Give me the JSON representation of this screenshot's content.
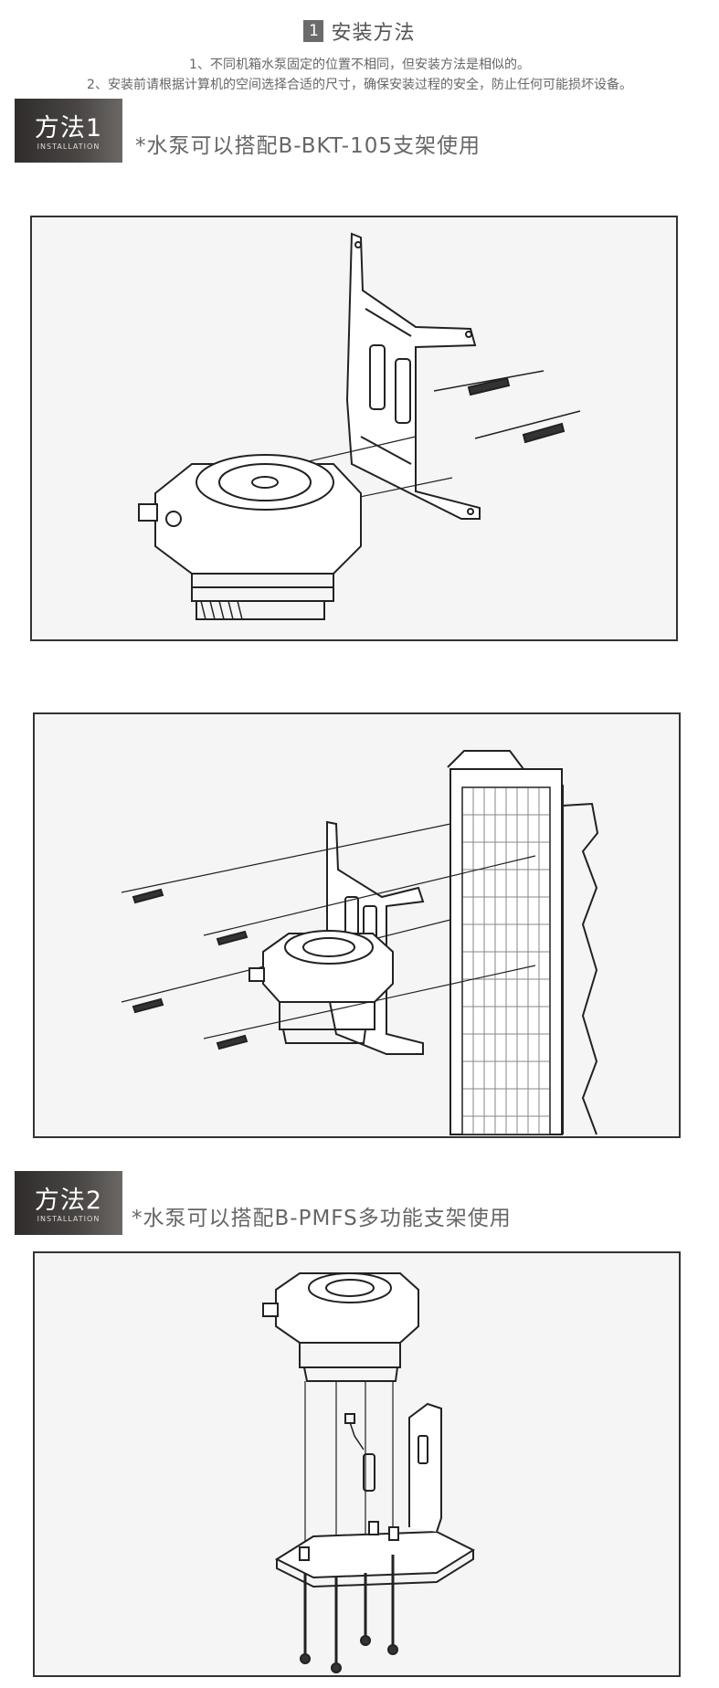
{
  "section": {
    "number": "1",
    "title": "安装方法",
    "notes": [
      "1、不同机箱水泵固定的位置不相同，但安装方法是相似的。",
      "2、安装前请根据计算机的空间选择合适的尺寸，确保安装过程的安全，防止任何可能损坏设备。"
    ]
  },
  "methods": [
    {
      "label": "方法1",
      "sub": "INSTALLATION",
      "caption": "*水泵可以搭配B-BKT-105支架使用"
    },
    {
      "label": "方法2",
      "sub": "INSTALLATION",
      "caption": "*水泵可以搭配B-PMFS多功能支架使用"
    }
  ],
  "figures": [
    {
      "name": "pump-bracket-exploded-diagram"
    },
    {
      "name": "pump-radiator-mounting-diagram"
    },
    {
      "name": "pump-multifunction-bracket-diagram"
    }
  ]
}
